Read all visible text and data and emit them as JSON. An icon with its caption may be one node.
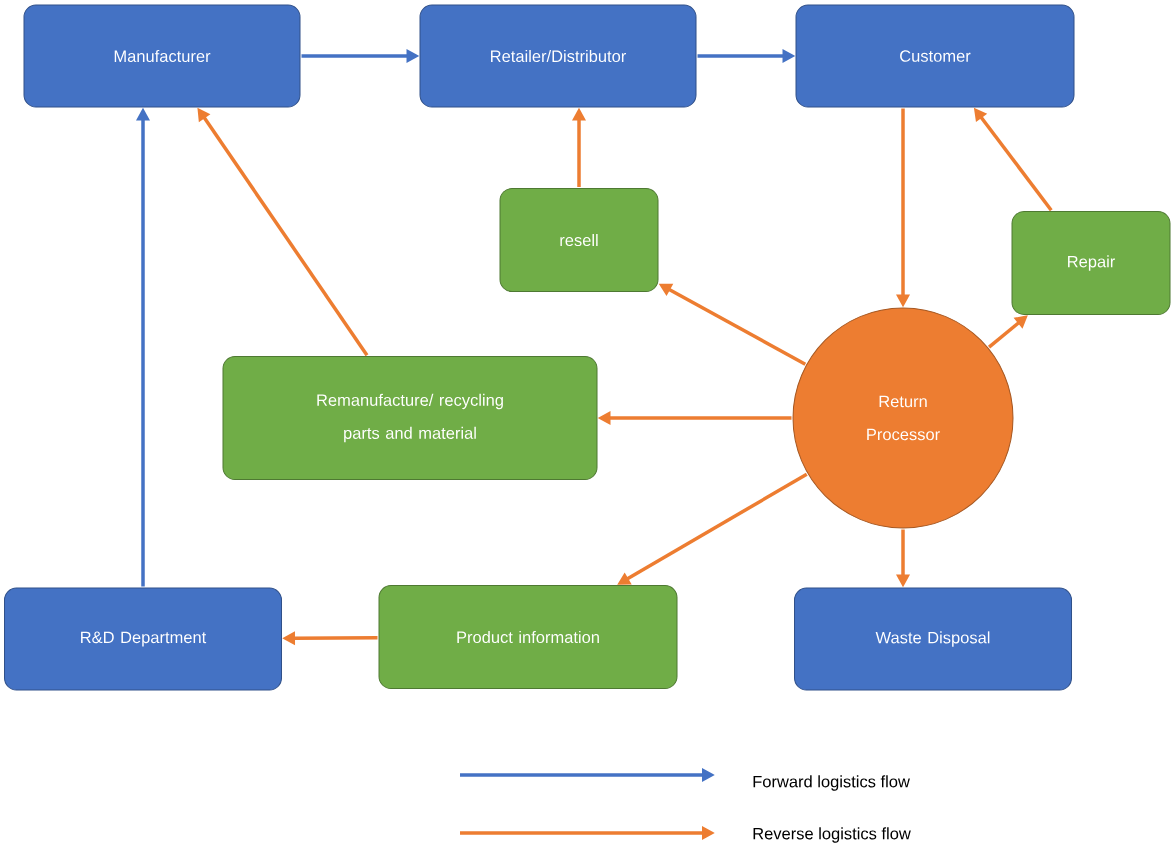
{
  "diagram": {
    "nodes": [
      {
        "text": [
          "Manufacturer"
        ]
      },
      {
        "text": [
          "Retailer/Distributor"
        ]
      },
      {
        "text": [
          "Customer"
        ]
      },
      {
        "text": [
          "resell"
        ]
      },
      {
        "text": [
          "Repair"
        ]
      },
      {
        "text": [
          "Remanufacture/ recycling parts and material"
        ]
      },
      {
        "text": [
          "Return Processor"
        ]
      },
      {
        "text": [
          "R&D Department"
        ]
      },
      {
        "text": [
          "Product information"
        ]
      },
      {
        "text": [
          "Waste Disposal"
        ]
      }
    ],
    "edges": [
      {
        "from": 0,
        "to": 1,
        "arrow": "to",
        "color": "#4472c4"
      },
      {
        "from": 1,
        "to": 2,
        "arrow": "to",
        "color": "#4472c4"
      },
      {
        "from": 2,
        "to": 6,
        "arrow": "to"
      },
      {
        "from": 6,
        "to": 3,
        "arrow": "to"
      },
      {
        "from": 3,
        "to": 1,
        "arrow": "to"
      },
      {
        "from": 6,
        "to": 4,
        "arrow": "to"
      },
      {
        "from": 4,
        "to": 2,
        "arrow": "to"
      },
      {
        "from": 6,
        "to": 5,
        "arrow": "to"
      },
      {
        "from": 5,
        "to": 0,
        "arrow": "to"
      },
      {
        "from": 6,
        "to": 8,
        "arrow": "to"
      },
      {
        "from": 8,
        "to": 7,
        "arrow": "to"
      },
      {
        "from": 6,
        "to": 9,
        "arrow": "to"
      },
      {
        "from": 7,
        "to": 0,
        "arrow": "to",
        "color": "#4472c4"
      }
    ],
    "legend": [
      {
        "text": "Forward logistics flow"
      },
      {
        "text": "Reverse logistics flow"
      }
    ]
  }
}
